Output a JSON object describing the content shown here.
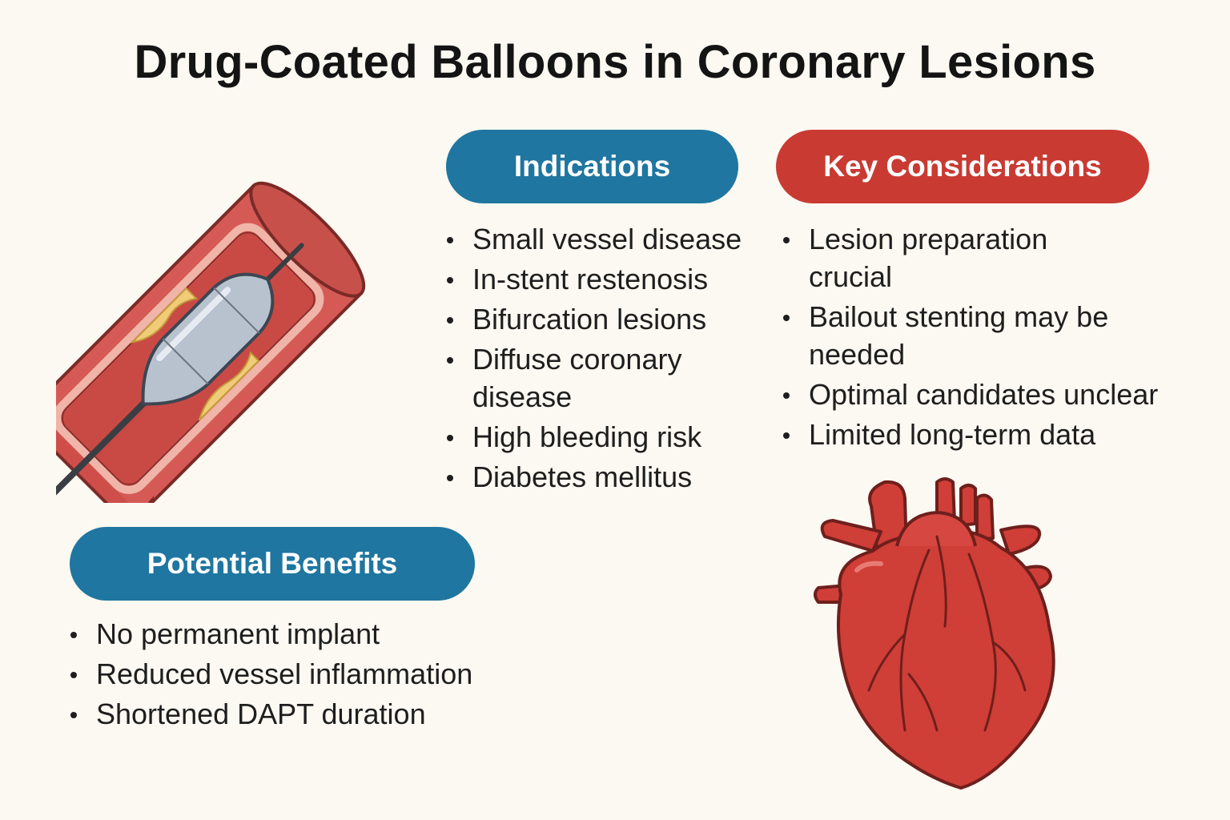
{
  "title": "Drug-Coated Balloons in Coronary Lesions",
  "sections": {
    "indications": {
      "heading": "Indications",
      "items": [
        "Small vessel disease",
        "In-stent restenosis",
        "Bifurcation lesions",
        "Diffuse coronary disease",
        "High bleeding risk",
        "Diabetes mellitus"
      ]
    },
    "considerations": {
      "heading": "Key Considerations",
      "items": [
        "Lesion preparation crucial",
        "Bailout stenting may be needed",
        "Optimal candidates unclear",
        "Limited long-term data"
      ]
    },
    "benefits": {
      "heading": "Potential Benefits",
      "items": [
        "No permanent implant",
        "Reduced vessel inflammation",
        "Shortened DAPT duration"
      ]
    }
  },
  "colors": {
    "background": "#fbf9f1",
    "blue_header": "#1f76a0",
    "red_header": "#c93a33",
    "vessel": "#d55a55",
    "heart": "#cf3e37"
  },
  "icons": [
    "coronary-vessel-with-balloon-catheter-illustration",
    "heart-illustration"
  ]
}
